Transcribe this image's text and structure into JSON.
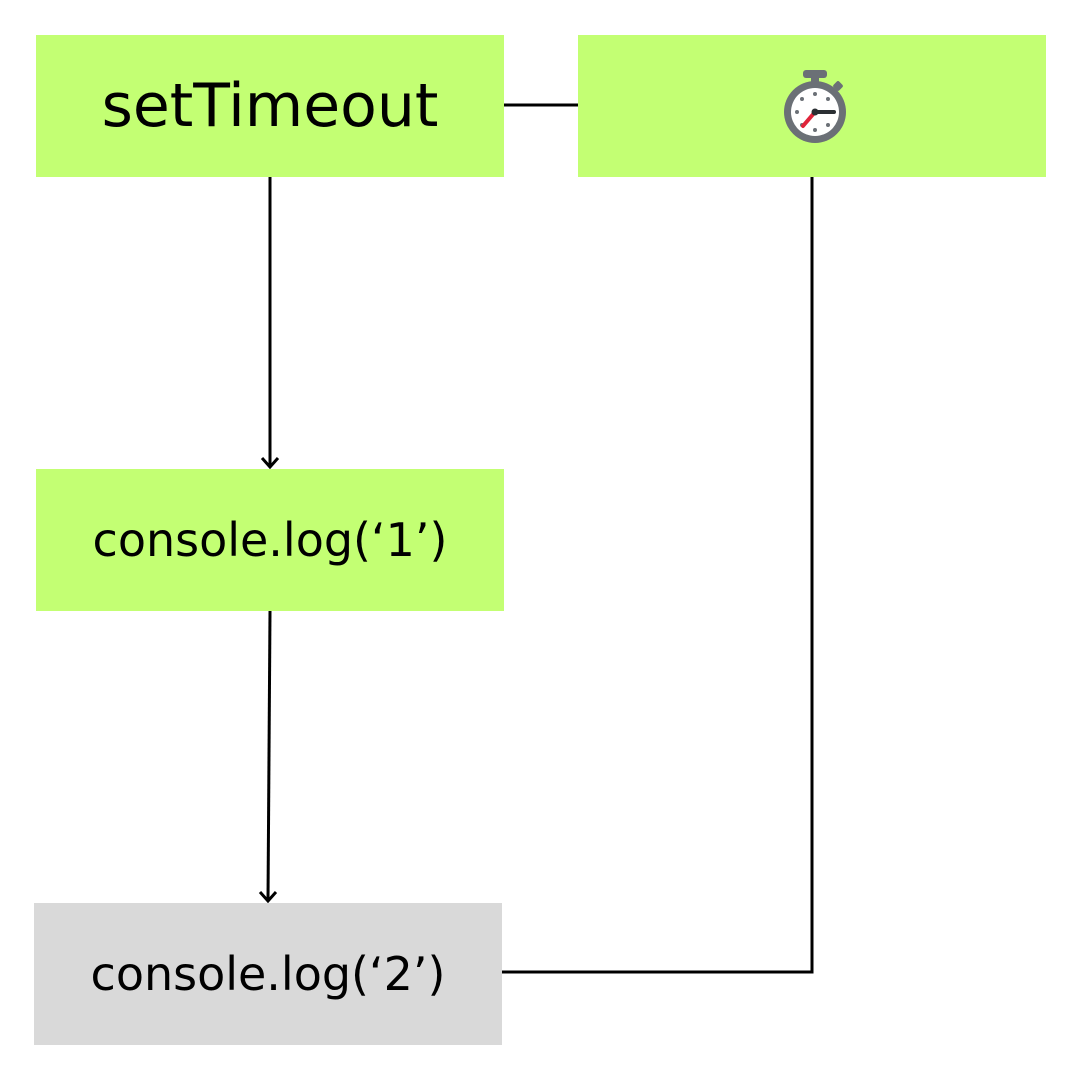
{
  "nodes": {
    "set_timeout": {
      "label": "setTimeout",
      "fill": "#c3ff73"
    },
    "timer": {
      "icon": "stopwatch-icon",
      "fill": "#c3ff73"
    },
    "log_1": {
      "label": "console.log(‘1’)",
      "fill": "#c3ff73"
    },
    "log_2": {
      "label": "console.log(‘2’)",
      "fill": "#d9d9d9"
    }
  },
  "edges": [
    {
      "from": "set_timeout",
      "to": "timer",
      "style": "line"
    },
    {
      "from": "set_timeout",
      "to": "log_1",
      "style": "arrow"
    },
    {
      "from": "log_1",
      "to": "log_2",
      "style": "arrow"
    },
    {
      "from": "timer",
      "to": "log_2",
      "style": "elbow-line"
    }
  ],
  "colors": {
    "active_fill": "#c3ff73",
    "pending_fill": "#d9d9d9",
    "line": "#000000",
    "stopwatch_body": "#6b7076",
    "stopwatch_face": "#ffffff",
    "stopwatch_hand": "#e0243a"
  }
}
